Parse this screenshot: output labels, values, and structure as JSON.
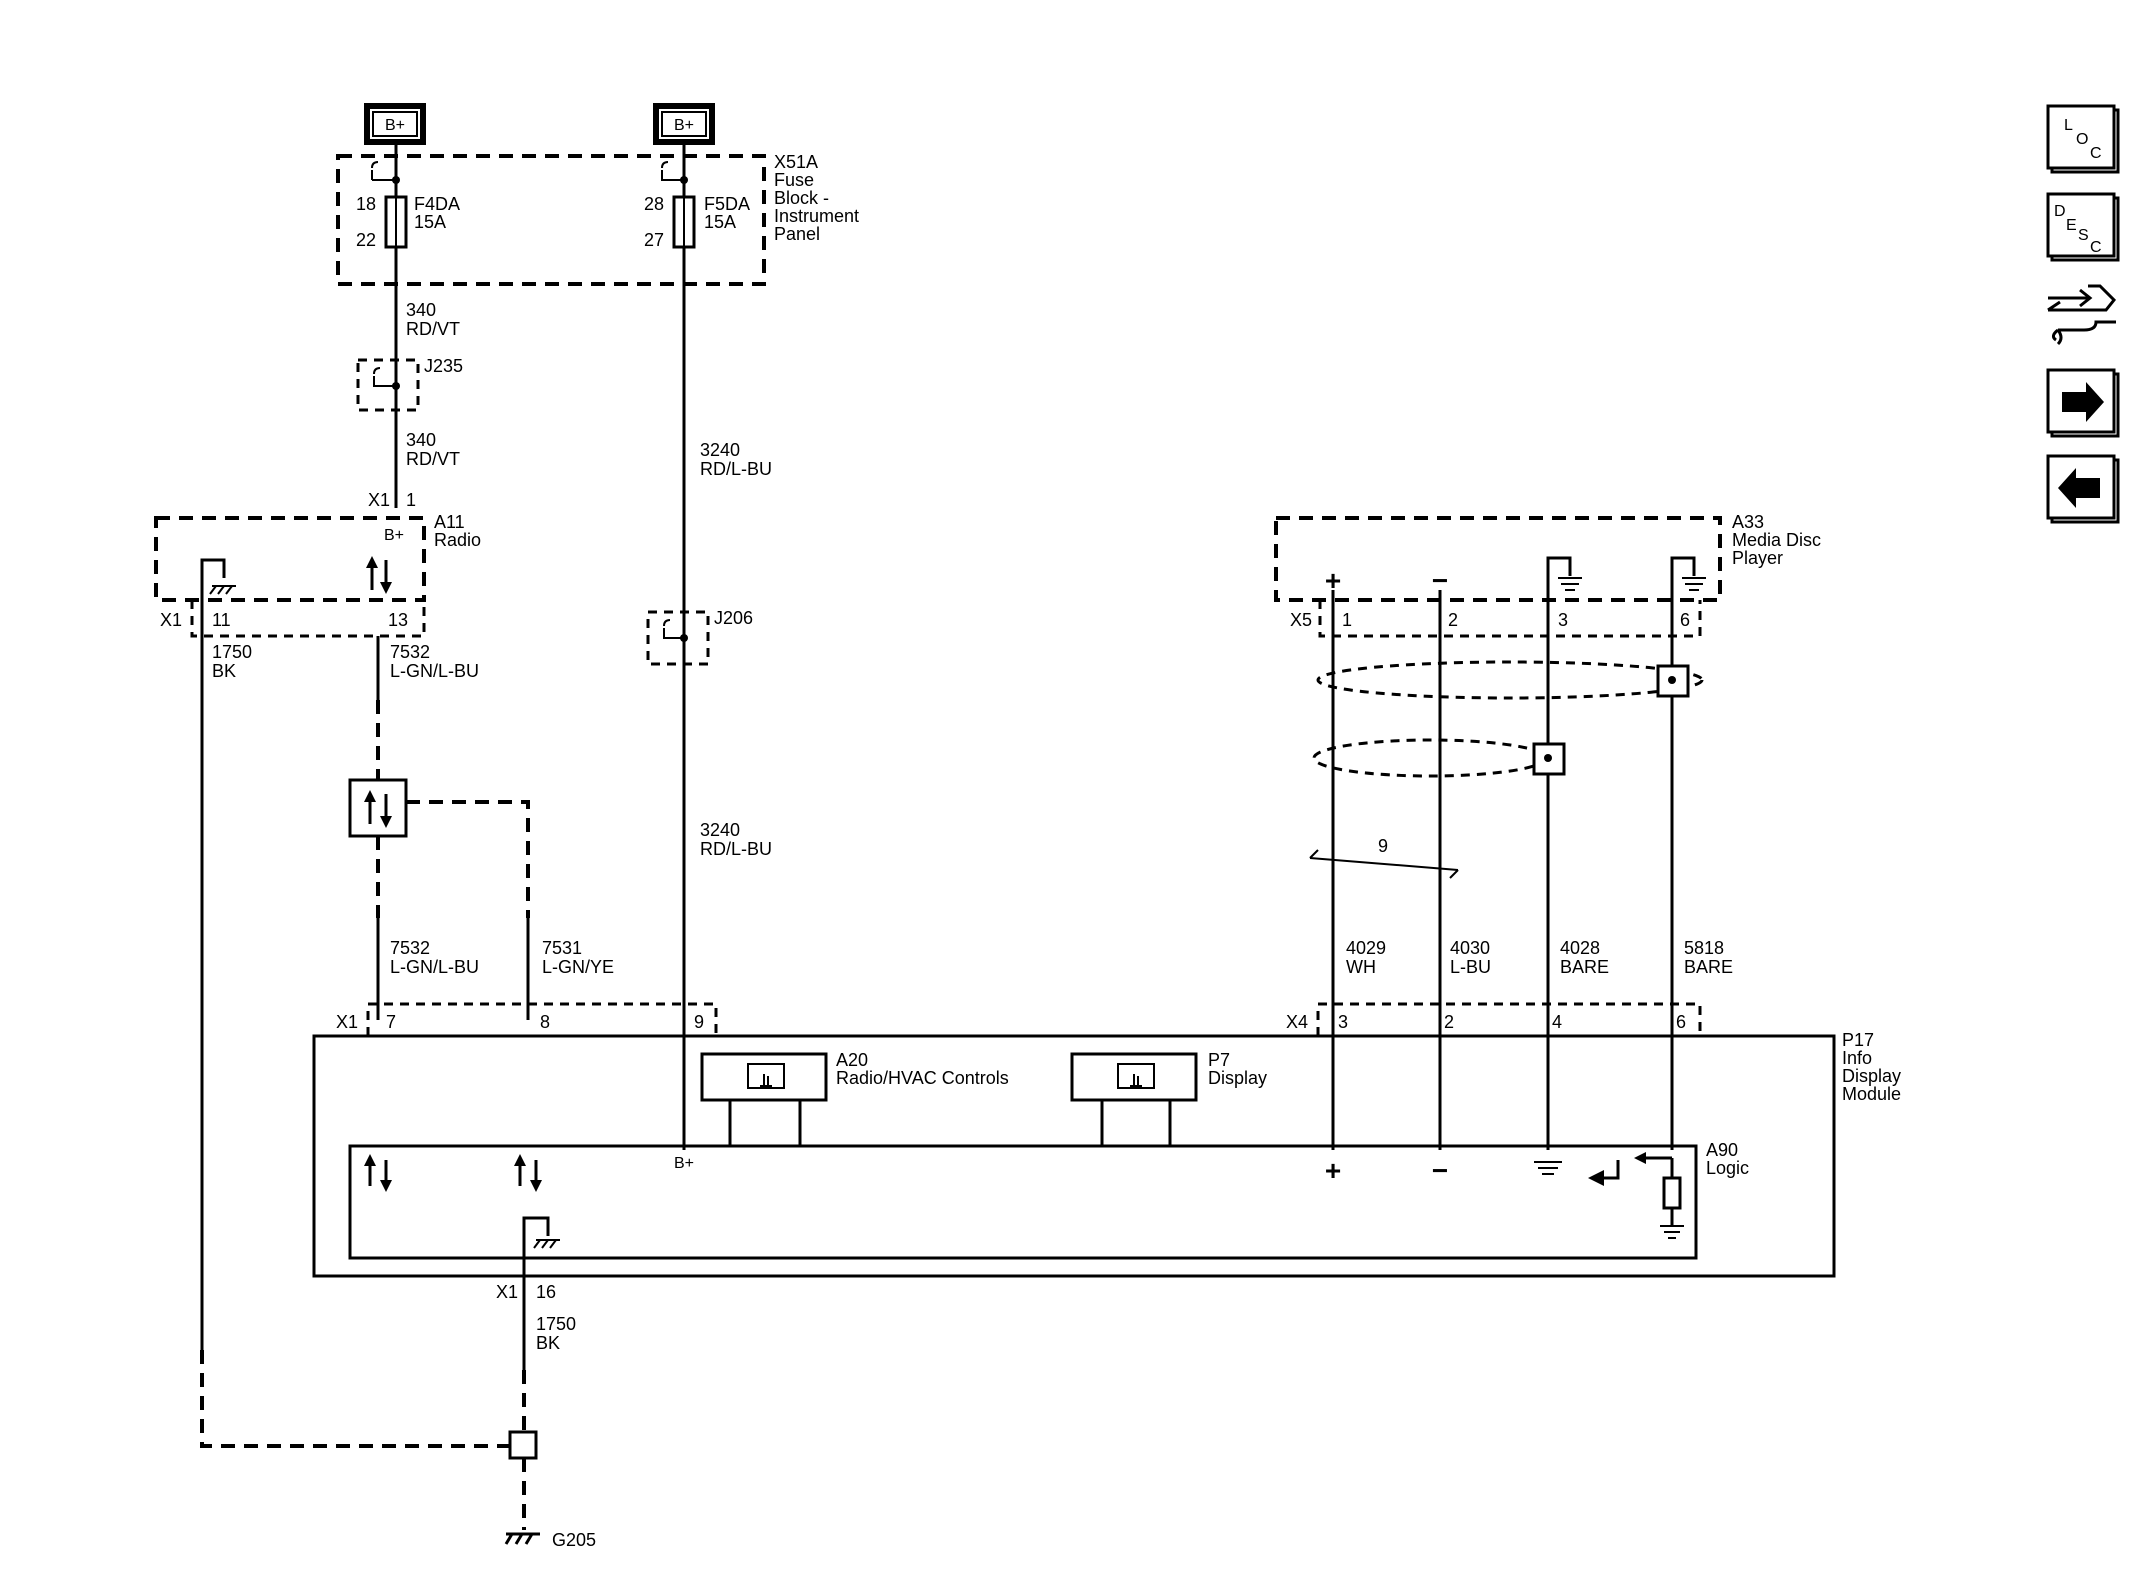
{
  "power": {
    "bplus_left": "B+",
    "bplus_right": "B+"
  },
  "fuse_block": {
    "id": "X51A",
    "line1": "Fuse",
    "line2": "Block -",
    "line3": "Instrument",
    "line4": "Panel"
  },
  "fuse_f4da": {
    "name": "F4DA",
    "rating": "15A",
    "pin_in": "18",
    "pin_out": "22"
  },
  "fuse_f5da": {
    "name": "F5DA",
    "rating": "15A",
    "pin_in": "28",
    "pin_out": "27"
  },
  "wire_340_a": {
    "circuit": "340",
    "color": "RD/VT"
  },
  "wire_340_b": {
    "circuit": "340",
    "color": "RD/VT"
  },
  "splice_j235": "J235",
  "splice_j206": "J206",
  "wire_3240_a": {
    "circuit": "3240",
    "color": "RD/L-BU"
  },
  "wire_3240_b": {
    "circuit": "3240",
    "color": "RD/L-BU"
  },
  "radio": {
    "id": "A11",
    "name": "Radio",
    "conn": "X1",
    "pin1": "1",
    "bplus": "B+",
    "conn_bottom": "X1",
    "pin11": "11",
    "pin13": "13"
  },
  "wire_1750_a": {
    "circuit": "1750",
    "color": "BK"
  },
  "wire_7532_a": {
    "circuit": "7532",
    "color": "L-GN/L-BU"
  },
  "wire_7532_b": {
    "circuit": "7532",
    "color": "L-GN/L-BU"
  },
  "wire_7531": {
    "circuit": "7531",
    "color": "L-GN/YE"
  },
  "media_player": {
    "id": "A33",
    "line1": "Media Disc",
    "line2": "Player",
    "conn": "X5",
    "pins": [
      "1",
      "2",
      "3",
      "6"
    ],
    "plus": "+",
    "minus": "−"
  },
  "twist_count": "9",
  "wire_4029": {
    "circuit": "4029",
    "color": "WH"
  },
  "wire_4030": {
    "circuit": "4030",
    "color": "L-BU"
  },
  "wire_4028": {
    "circuit": "4028",
    "color": "BARE"
  },
  "wire_5818": {
    "circuit": "5818",
    "color": "BARE"
  },
  "idm_conn_x1": {
    "conn": "X1",
    "pins": [
      "7",
      "8",
      "9"
    ]
  },
  "idm_conn_x4": {
    "conn": "X4",
    "pins": [
      "3",
      "2",
      "4",
      "6"
    ]
  },
  "idm": {
    "id": "P17",
    "line1": "Info",
    "line2": "Display",
    "line3": "Module"
  },
  "a20": {
    "id": "A20",
    "name": "Radio/HVAC Controls"
  },
  "p7": {
    "id": "P7",
    "name": "Display"
  },
  "logic": {
    "id": "A90",
    "name": "Logic",
    "bplus": "B+",
    "plus": "+",
    "minus": "−"
  },
  "ground_conn": {
    "conn": "X1",
    "pin": "16"
  },
  "wire_1750_b": {
    "circuit": "1750",
    "color": "BK"
  },
  "ground": "G205",
  "nav": {
    "loc": {
      "l1": "L",
      "l2": "O",
      "l3": "C"
    },
    "desc": {
      "l1": "D",
      "l2": "E",
      "l3": "S",
      "l4": "C"
    }
  }
}
